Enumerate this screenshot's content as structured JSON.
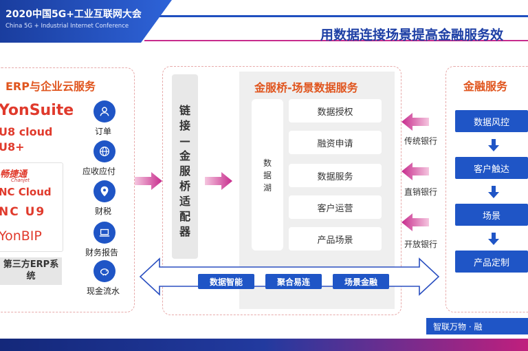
{
  "header": {
    "conference_title": "2020中国5G+工业互联网大会",
    "conference_subtitle": "China 5G + Industrial Internet Conference",
    "main_title": "用数据连接场景提高金融服务效"
  },
  "left": {
    "title": "ERP与企业云服务",
    "brands": [
      "YonSuite",
      "U8 cloud",
      "U8+",
      "畅捷通",
      "Chanjet",
      "NC Cloud",
      "NC U9",
      "YonBIP"
    ],
    "third_party": "第三方ERP系统",
    "icons": [
      {
        "icon": "user-icon",
        "label": "订单"
      },
      {
        "icon": "globe-icon",
        "label": "应收应付"
      },
      {
        "icon": "pin-icon",
        "label": "财税"
      },
      {
        "icon": "laptop-icon",
        "label": "财务报告"
      },
      {
        "icon": "piggy-bank-icon",
        "label": "现金流水"
      }
    ]
  },
  "adapter": {
    "label": "链接—金服桥适配器"
  },
  "center": {
    "title": "金服桥-场景数据服务",
    "lake_label": "数据湖",
    "items": [
      "数据授权",
      "融资申请",
      "数据服务",
      "客户运营",
      "产品场景"
    ]
  },
  "banks": [
    "传统银行",
    "直销银行",
    "开放银行"
  ],
  "right": {
    "title": "金融服务",
    "items": [
      "数据风控",
      "客户触达",
      "场景",
      "产品定制"
    ]
  },
  "bottom_tags": [
    "数据智能",
    "聚合易连",
    "场景金融"
  ],
  "footer": {
    "slogan": "智联万物 · 融"
  },
  "colors": {
    "blue": "#1f55c6",
    "orange": "#e0551e",
    "pink": "#c72b8c",
    "brand_red": "#e03a2c"
  }
}
